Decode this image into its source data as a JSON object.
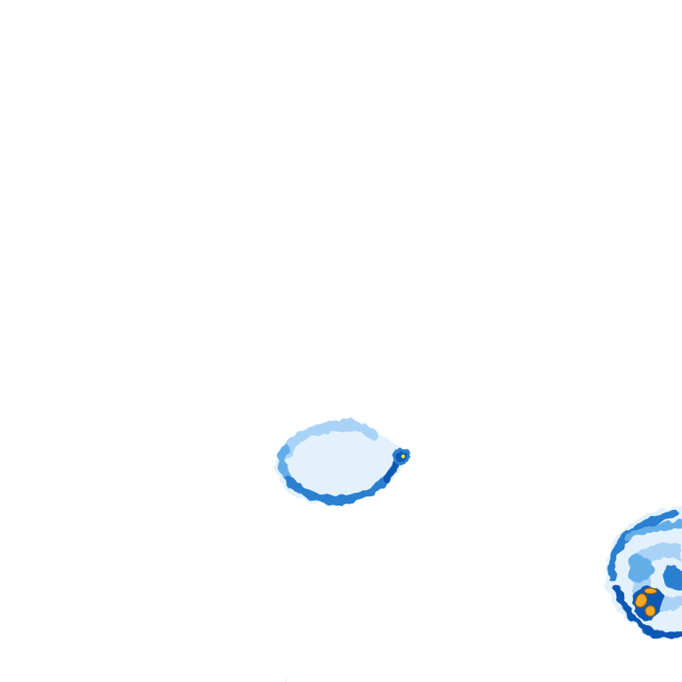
{
  "map": {
    "background": "#ffffff",
    "palette": {
      "very_light": "#e3f1fd",
      "light": "#a9d2f7",
      "medium": "#64aee9",
      "strong": "#2a7fd0",
      "dark": "#1058b5",
      "hot": "#f5a623",
      "hot_outline": "#8a5a10"
    },
    "features": [
      {
        "name": "central-ring-echo",
        "kind": "ring",
        "peak_intensity": "dark",
        "hotspot": "yellow-dot"
      },
      {
        "name": "corner-cluster-echo",
        "kind": "cluster",
        "peak_intensity": "hot"
      }
    ]
  }
}
